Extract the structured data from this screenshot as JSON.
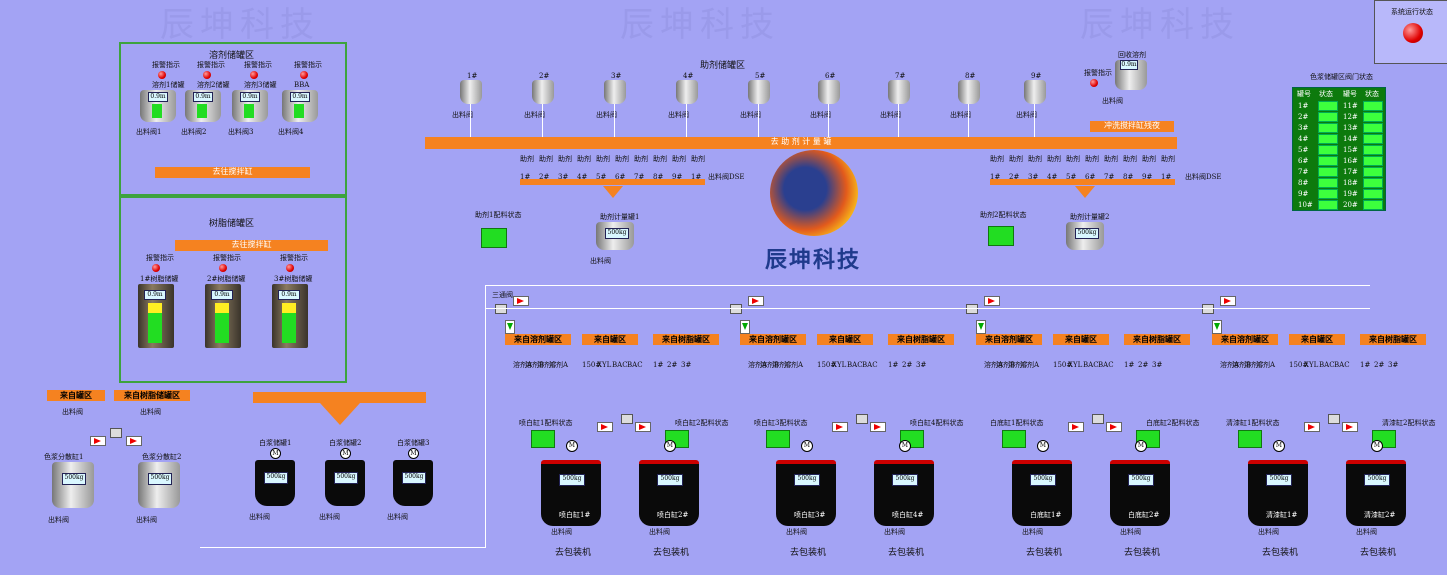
{
  "watermark": "辰坤科技",
  "system_status": {
    "label": "系统运行状态"
  },
  "logo": {
    "text": "辰坤科技"
  },
  "solvent_zone": {
    "title": "溶剂储罐区",
    "alarm_label": "报警指示",
    "tanks": [
      {
        "name": "溶剂1储罐",
        "level": "0.9m",
        "outlet": "出料阀1"
      },
      {
        "name": "溶剂2储罐",
        "level": "0.9m",
        "outlet": "出料阀2"
      },
      {
        "name": "溶剂3储罐",
        "level": "0.9m",
        "outlet": "出料阀3"
      },
      {
        "name": "BBA",
        "level": "0.9m",
        "outlet": "出料阀4"
      }
    ],
    "to_mixer": "去往搅拌缸"
  },
  "resin_zone": {
    "title": "树脂储罐区",
    "alarm_label": "报警指示",
    "to_mixer": "去往搅拌缸",
    "tanks": [
      {
        "name": "1#树脂储罐",
        "level": "0.9m"
      },
      {
        "name": "2#树脂储罐",
        "level": "0.9m"
      },
      {
        "name": "3#树脂储罐",
        "level": "0.9m"
      }
    ]
  },
  "additive_zone": {
    "title": "助剂储罐区",
    "tanks": [
      "1#",
      "2#",
      "3#",
      "4#",
      "5#",
      "6#",
      "7#",
      "8#",
      "9#"
    ],
    "outlet": "出料阀",
    "main_pipe": "去 助 剂 计 量 罐",
    "wash_tank": {
      "name": "回收溶剂",
      "level": "0.9m",
      "alarm": "报警指示",
      "outlet": "出料阀"
    },
    "flush": "冲洗搅拌缸残夜",
    "meter1": {
      "label": "助剂计量罐1",
      "weight": "500kg",
      "status": "助剂1配料状态",
      "outlet": "出料阀"
    },
    "meter2": {
      "label": "助剂计量罐2",
      "weight": "500kg",
      "status": "助剂2配料状态"
    },
    "valve_prefix": "助剂",
    "valve_tail": "出料阀DSE"
  },
  "color_zone": {
    "title": "色浆储罐区阀门状态",
    "headers": [
      "罐号",
      "状态",
      "罐号",
      "状态"
    ],
    "rows": [
      [
        "1#",
        "11#"
      ],
      [
        "2#",
        "12#"
      ],
      [
        "3#",
        "13#"
      ],
      [
        "4#",
        "14#"
      ],
      [
        "5#",
        "15#"
      ],
      [
        "6#",
        "16#"
      ],
      [
        "7#",
        "17#"
      ],
      [
        "8#",
        "18#"
      ],
      [
        "9#",
        "19#"
      ],
      [
        "10#",
        "20#"
      ]
    ]
  },
  "left_bottom": {
    "from_zone": "来自罐区",
    "from_resin": "来自树脂储罐区",
    "valve": "出料阀",
    "sep1": {
      "name": "色浆分散缸1",
      "weight": "500kg",
      "outlet": "出料阀"
    },
    "sep2": {
      "name": "色浆分散缸2",
      "weight": "500kg",
      "outlet": "出料阀"
    }
  },
  "white_zone": {
    "tanks": [
      {
        "name": "白浆储罐1",
        "weight": "500kg",
        "outlet": "出料阀"
      },
      {
        "name": "白浆储罐2",
        "weight": "500kg",
        "outlet": "出料阀"
      },
      {
        "name": "白浆储罐3",
        "weight": "500kg",
        "outlet": "出料阀"
      }
    ]
  },
  "three_way": "三通阀",
  "lines": [
    {
      "from_solvent": "来自溶剂罐区",
      "from_zone": "来自罐区",
      "from_resin": "来自树脂罐区",
      "solvent_cols": [
        "溶剂A",
        "溶剂B",
        "溶剂C",
        "溶剂A"
      ],
      "zone_cols": [
        "150#",
        "XYL",
        "BAC",
        "BAC"
      ],
      "resin_cols": [
        "1#",
        "2#",
        "3#"
      ],
      "status1": "喷白缸1配料状态",
      "status2": "喷白缸2配料状态",
      "mixers": [
        {
          "name": "喷白缸1#",
          "weight": "500kg"
        },
        {
          "name": "喷白缸2#",
          "weight": "500kg"
        }
      ],
      "outlet": "出料阀",
      "pack": "去包装机"
    },
    {
      "from_solvent": "来自溶剂罐区",
      "from_zone": "来自罐区",
      "from_resin": "来自树脂罐区",
      "solvent_cols": [
        "溶剂A",
        "溶剂B",
        "溶剂C",
        "溶剂A"
      ],
      "zone_cols": [
        "150#",
        "XYL",
        "BAC",
        "BAC"
      ],
      "resin_cols": [
        "1#",
        "2#",
        "3#"
      ],
      "status1": "喷白缸3配料状态",
      "status2": "喷白缸4配料状态",
      "mixers": [
        {
          "name": "喷白缸3#",
          "weight": "500kg"
        },
        {
          "name": "喷白缸4#",
          "weight": "500kg"
        }
      ],
      "outlet": "出料阀",
      "pack": "去包装机"
    },
    {
      "from_solvent": "来自溶剂罐区",
      "from_zone": "来自罐区",
      "from_resin": "来自树脂罐区",
      "solvent_cols": [
        "溶剂A",
        "溶剂B",
        "溶剂C",
        "溶剂A"
      ],
      "zone_cols": [
        "150#",
        "XYL",
        "BAC",
        "BAC"
      ],
      "resin_cols": [
        "1#",
        "2#",
        "3#"
      ],
      "status1": "白底缸1配料状态",
      "status2": "白底缸2配料状态",
      "mixers": [
        {
          "name": "白底缸1#",
          "weight": "500kg"
        },
        {
          "name": "白底缸2#",
          "weight": "500kg"
        }
      ],
      "outlet": "出料阀",
      "pack": "去包装机"
    },
    {
      "from_solvent": "来自溶剂罐区",
      "from_zone": "来自罐区",
      "from_resin": "来自树脂罐区",
      "solvent_cols": [
        "溶剂A",
        "溶剂B",
        "溶剂C",
        "溶剂A"
      ],
      "zone_cols": [
        "150#",
        "XYL",
        "BAC",
        "BAC"
      ],
      "resin_cols": [
        "1#",
        "2#",
        "3#"
      ],
      "status1": "清漆缸1配料状态",
      "status2": "清漆缸2配料状态",
      "mixers": [
        {
          "name": "清漆缸1#",
          "weight": "500kg"
        },
        {
          "name": "清漆缸2#",
          "weight": "500kg"
        }
      ],
      "outlet": "出料阀",
      "pack": "去包装机"
    }
  ],
  "motor_label": "M",
  "colors": {
    "background": "#a3a3f4",
    "orange": "#f58220",
    "green": "#22dd22",
    "red": "#e00000",
    "zone_border": "#3da33d"
  }
}
